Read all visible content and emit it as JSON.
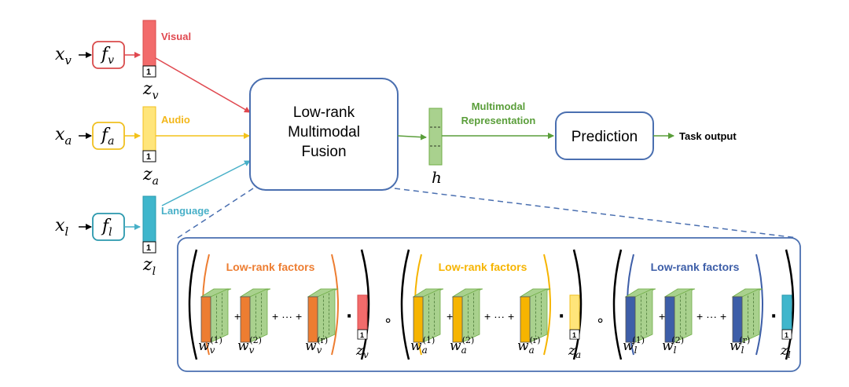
{
  "modalities": [
    {
      "input_sym": "x",
      "input_sub": "v",
      "fn_sym": "f",
      "fn_sub": "v",
      "label": "Visual",
      "z_sym": "z",
      "z_sub": "v",
      "one": "1",
      "color": "#f26b6b",
      "stroke": "#d94b4b",
      "label_color": "#e0484f"
    },
    {
      "input_sym": "x",
      "input_sub": "a",
      "fn_sym": "f",
      "fn_sub": "a",
      "label": "Audio",
      "z_sym": "z",
      "z_sub": "a",
      "one": "1",
      "color": "#ffe57a",
      "stroke": "#f0c020",
      "label_color": "#f3b71a"
    },
    {
      "input_sym": "x",
      "input_sub": "l",
      "fn_sym": "f",
      "fn_sub": "l",
      "label": "Language",
      "z_sym": "z",
      "z_sub": "l",
      "one": "1",
      "color": "#3fb6cc",
      "stroke": "#2a98ad",
      "label_color": "#48b0c8"
    }
  ],
  "fusion": {
    "line1": "Low-rank",
    "line2": "Multimodal",
    "line3": "Fusion",
    "color": "#4a6fb0"
  },
  "representation": {
    "line1": "Multimodal",
    "line2": "Representation",
    "h_label": "h",
    "color": "#5a9e3a"
  },
  "prediction": {
    "label": "Prediction"
  },
  "task_output": "Task output",
  "expanded": {
    "groups": [
      {
        "title": "Low-rank factors",
        "color": "#ed7d31",
        "sub": "v",
        "w_sub": "v",
        "z_sub": "v",
        "vec_color": "#f26b6b",
        "vec_stroke": "#d94b4b",
        "sups": [
          "(1)",
          "(2)",
          "(r)"
        ]
      },
      {
        "title": "Low-rank factors",
        "color": "#f6b400",
        "sub": "a",
        "w_sub": "a",
        "z_sub": "a",
        "vec_color": "#ffe57a",
        "vec_stroke": "#f0c020",
        "sups": [
          "(1)",
          "(2)",
          "(r)"
        ]
      },
      {
        "title": "Low-rank factors",
        "color": "#3d5ea8",
        "sub": "l",
        "w_sub": "l",
        "z_sub": "l",
        "vec_color": "#3fb6cc",
        "vec_stroke": "#2a98ad",
        "sups": [
          "(1)",
          "(2)",
          "(r)"
        ]
      }
    ],
    "plus": "+",
    "plus_dots_plus": "+ ··· +",
    "dot": "·",
    "circ": "∘",
    "one": "1",
    "w_sym": "w",
    "z_sym": "z"
  },
  "colors": {
    "green_fill": "#a9d18e",
    "green_dark": "#70ad47",
    "panel_border": "#4a6fb0"
  }
}
